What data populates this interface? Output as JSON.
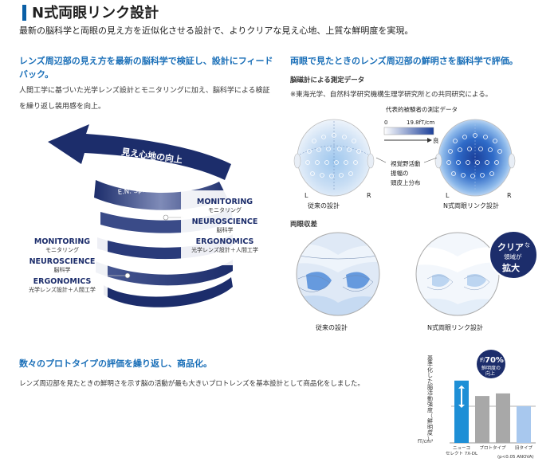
{
  "header": {
    "title": "N式両眼リンク設計",
    "subtitle": "最新の脳科学と両眼の見え方を近似化させる設計で、よりクリアな見え心地、上質な鮮明度を実現。"
  },
  "left_section": {
    "heading": "レンズ周辺部の見え方を最新の脳科学で検証し、設計にフィードバック。",
    "body": "人間工学に基づいた光学レンズ設計とモニタリングに加え、脳科学による検証を繰り返し装用感を向上。",
    "arrow_label": "見え心地の向上",
    "spiral_label": "E.N. Spiral model",
    "box_right": {
      "monitoring": "MONITORING",
      "monitoring_jp": "モニタリング",
      "neuroscience": "NEUROSCIENCE",
      "neuroscience_jp": "脳科学",
      "ergonomics": "ERGONOMICS",
      "ergonomics_jp": "光学レンズ設計＋人間工学"
    },
    "box_left": {
      "monitoring": "MONITORING",
      "monitoring_jp": "モニタリング",
      "neuroscience": "NEUROSCIENCE",
      "neuroscience_jp": "脳科学",
      "ergonomics": "ERGONOMICS",
      "ergonomics_jp": "光学レンズ設計＋人間工学"
    }
  },
  "right_section": {
    "heading": "両眼で見たときのレンズ周辺部の鮮明さを脳科学で評価。",
    "subhead": "脳磁計による測定データ",
    "note": "※東海光学、自然科学研究機構生理学研究所との共同研究による。",
    "scale_title": "代表的被験者の測定データ",
    "scale_min": "0",
    "scale_max": "19.8fT/cm",
    "scale_good": "良",
    "center_label_1": "視覚野活動",
    "center_label_2": "振幅の",
    "center_label_3": "頭皮上分布",
    "left_L": "L",
    "left_R": "R",
    "right_L": "L",
    "right_R": "R",
    "caption_conventional": "従来の設計",
    "caption_n": "N式両眼リンク設計",
    "fusion_title": "両眼収差",
    "bubble_line1": "クリア",
    "bubble_line1b": "な",
    "bubble_line2": "領域が",
    "bubble_line3": "拡大",
    "fusion_caption_conventional": "従来の設計",
    "fusion_caption_n": "N式両眼リンク設計"
  },
  "bottom_section": {
    "heading": "数々のプロトタイプの評価を繰り返し、商品化。",
    "body": "レンズ周辺部を見たときの鮮明さを示す脳の活動が最も大きいプロトレンズを基本設計として商品化をしました。"
  },
  "chart_data": {
    "type": "bar",
    "categories": [
      "ニューコ セレクト 7X-DL",
      "プロトタイプ",
      "旧タイプ"
    ],
    "category_lines": [
      [
        "ニューコ",
        "セレクト 7X-DL"
      ],
      [
        "プロトタイプ"
      ],
      [
        "旧タイプ"
      ]
    ],
    "values": [
      1.7,
      1.28,
      1.35,
      1.0
    ],
    "value_labels_note": "",
    "bars": [
      {
        "value": 1.7,
        "color": "#1e8fd6"
      },
      {
        "value": 1.28,
        "color": "#a8a8a8"
      },
      {
        "value": 1.35,
        "color": "#a8a8a8"
      },
      {
        "value": 1.0,
        "color": "#a8c8ee"
      }
    ],
    "ylabel": "基準化した脳活動強度（鮮明度）",
    "yunit": "fT/cm²",
    "callout_prefix": "約",
    "callout_value": "70%",
    "callout_line2": "鮮明度の",
    "callout_line3": "向上",
    "stat_note": "(p<0.05 ANOVA)",
    "ylim": [
      0,
      2
    ]
  }
}
